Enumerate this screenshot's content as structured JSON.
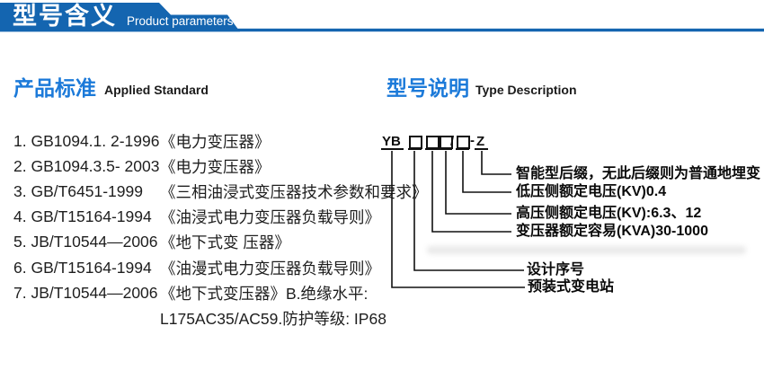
{
  "header": {
    "title": "型号含义",
    "subtitle": "Product parameters",
    "ribbon_color": "#1465b0"
  },
  "sections": {
    "standards": {
      "title_cn": "产品标准",
      "title_en": "Applied Standard"
    },
    "model": {
      "title_cn": "型号说明",
      "title_en": "Type Description"
    }
  },
  "accent_colors": {
    "ribbon_blue": "#1465b0",
    "heading_blue": "#1c7ad9",
    "body_text": "#1e1e1e"
  },
  "standards_list": [
    {
      "code": "1. GB1094.1. 2-1996",
      "title": "《电力变压器》"
    },
    {
      "code": "2. GB1094.3.5- 2003",
      "title": "《电力变压器》"
    },
    {
      "code": "3. GB/T6451-1999",
      "title": "《三相油浸式变压器技术参数和要求》"
    },
    {
      "code": "4. GB/T15164-1994",
      "title": "《油浸式电力变压器负载导则》"
    },
    {
      "code": "5. JB/T10544—2006",
      "title": "《地下式变 压器》"
    },
    {
      "code": "6. GB/T15164-1994",
      "title": "《油漫式电力变压器负载导则》"
    },
    {
      "code": "7. JB/T10544—2006",
      "title": "《地下式变压器》B.绝缘水平:"
    },
    {
      "code": "",
      "title": "L175AC35/AC59.防护等级: IP68"
    }
  ],
  "model_diagram": {
    "code_string": "YB□ □□/□-Z",
    "segments": {
      "prefix": "YB",
      "slash": "/",
      "dash": "-",
      "suffix": "Z"
    },
    "labels": [
      "智能型后缀，无此后缀则为普通地埋变",
      "低压侧额定电压(KV)0.4",
      "高压侧额定电压(KV):6.3、12",
      "变压器额定容易(KVA)30-1000",
      "设计序号",
      "预装式变电站"
    ]
  }
}
